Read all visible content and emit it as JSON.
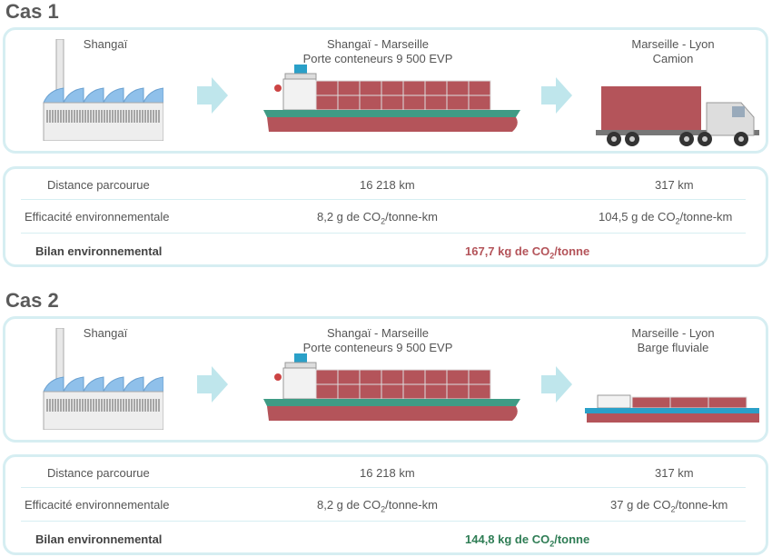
{
  "cases": [
    {
      "title": "Cas 1",
      "origin": "Shangaï",
      "leg1": {
        "line1": "Shangaï - Marseille",
        "line2": "Porte conteneurs 9 500 EVP"
      },
      "leg2": {
        "line1": "Marseille - Lyon",
        "line2": "Camion"
      },
      "table": {
        "distance_label": "Distance parcourue",
        "distance_1": "16 218 km",
        "distance_2": "317 km",
        "eff_label": "Efficacité environnementale",
        "eff_1": {
          "pre": "8,2 g de CO",
          "sub": "2",
          "post": "/tonne-km"
        },
        "eff_2": {
          "pre": "104,5 g de CO",
          "sub": "2",
          "post": "/tonne-km"
        },
        "bilan_label": "Bilan environnemental",
        "bilan": {
          "pre": "167,7 kg de CO",
          "sub": "2",
          "post": "/tonne"
        },
        "bilan_color": "#b4545a"
      }
    },
    {
      "title": "Cas 2",
      "origin": "Shangaï",
      "leg1": {
        "line1": "Shangaï - Marseille",
        "line2": "Porte conteneurs 9 500 EVP"
      },
      "leg2": {
        "line1": "Marseille - Lyon",
        "line2": "Barge fluviale"
      },
      "table": {
        "distance_label": "Distance parcourue",
        "distance_1": "16 218 km",
        "distance_2": "317 km",
        "eff_label": "Efficacité environnementale",
        "eff_1": {
          "pre": "8,2 g de CO",
          "sub": "2",
          "post": "/tonne-km"
        },
        "eff_2": {
          "pre": "37 g de CO",
          "sub": "2",
          "post": "/tonne-km"
        },
        "bilan_label": "Bilan environnemental",
        "bilan": {
          "pre": "144,8 kg de CO",
          "sub": "2",
          "post": "/tonne"
        },
        "bilan_color": "#2f7d55"
      }
    }
  ],
  "colors": {
    "container": "#b4545a",
    "hull_top": "#3f9b85",
    "accent": "#d6eef2",
    "arrow": "#bfe6ec"
  }
}
